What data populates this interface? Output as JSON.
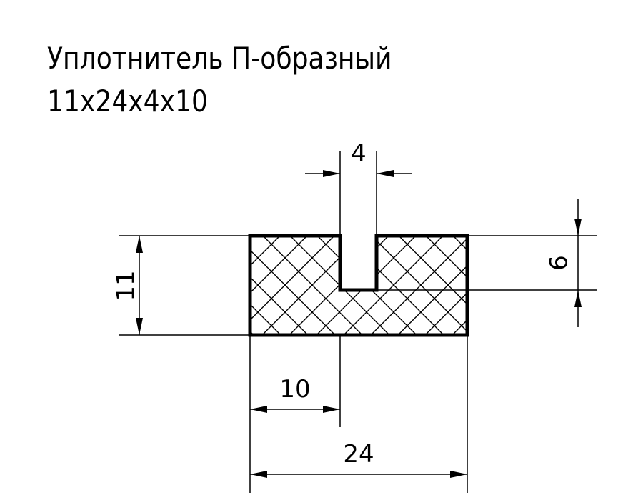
{
  "title": {
    "line1": "Уплотнитель П-образный",
    "line2": "11x24x4x10"
  },
  "dimensions": {
    "slot_width": "4",
    "total_height": "11",
    "slot_depth": "6",
    "left_width": "10",
    "total_width": "24"
  }
}
